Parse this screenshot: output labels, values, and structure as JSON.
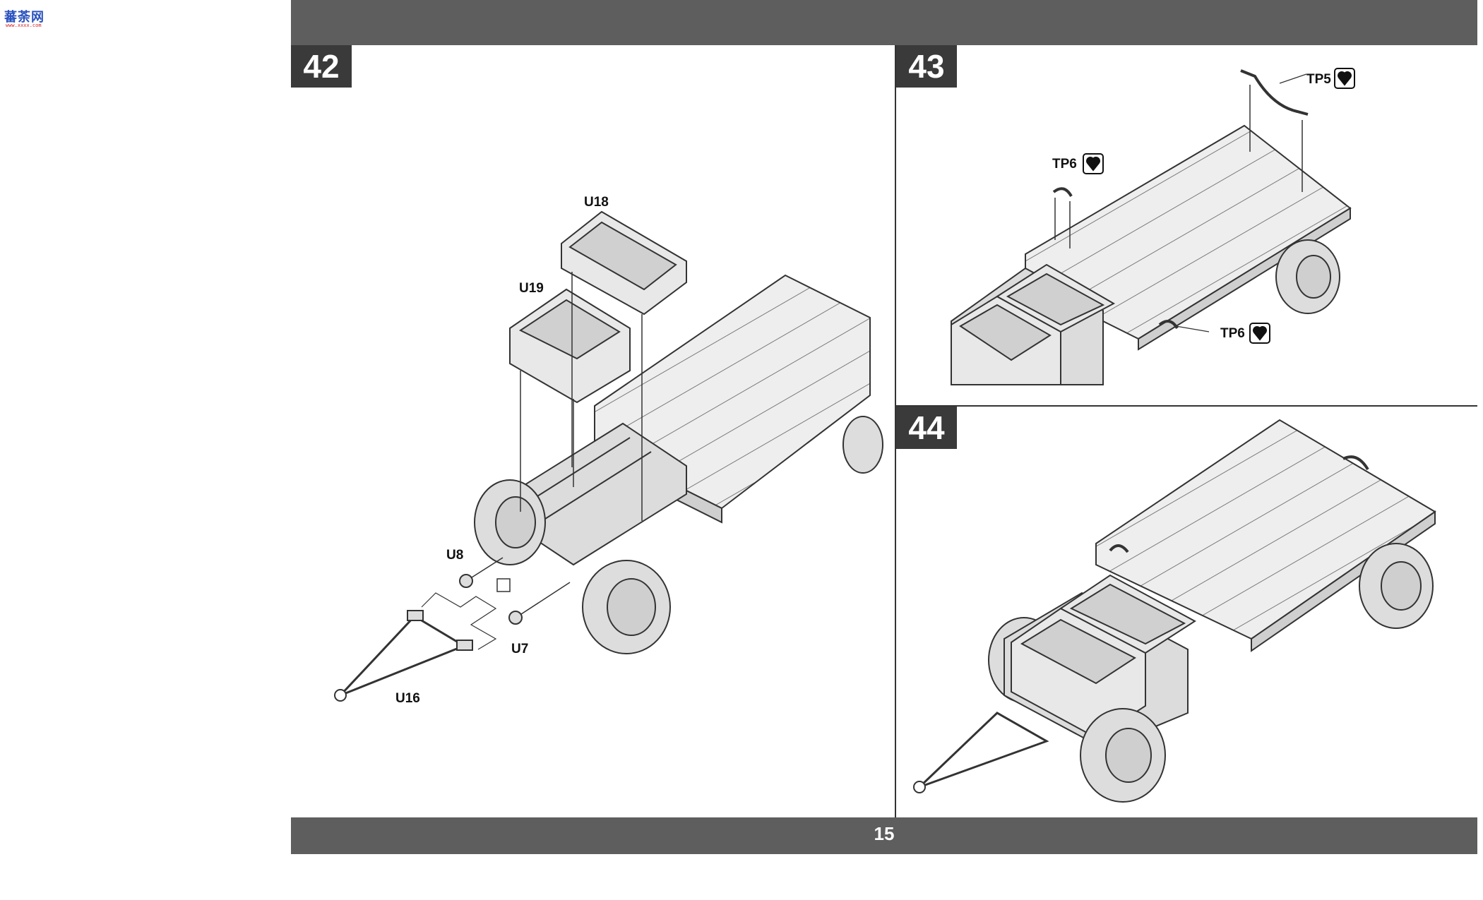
{
  "logo": {
    "text": "蕃荼网",
    "sub": "www.xxxx.com",
    "colors": [
      "#2a52be",
      "#d4232a"
    ]
  },
  "page_number": "15",
  "steps": [
    {
      "number": "42",
      "parts": {
        "box_a": "U18",
        "box_b": "U19",
        "mount_a": "U8",
        "mount_b": "U7",
        "tow_bar": "U16"
      }
    },
    {
      "number": "43",
      "parts": {
        "strap_top": "TP5",
        "strap_left": "TP6",
        "strap_right": "TP6"
      },
      "icon": "heart-sticker-icon"
    },
    {
      "number": "44"
    }
  ],
  "colors": {
    "bar": "#5e5e5e",
    "step_box": "#3a3a3a",
    "line": "#333333",
    "part_fill": "#e6e6e6"
  }
}
